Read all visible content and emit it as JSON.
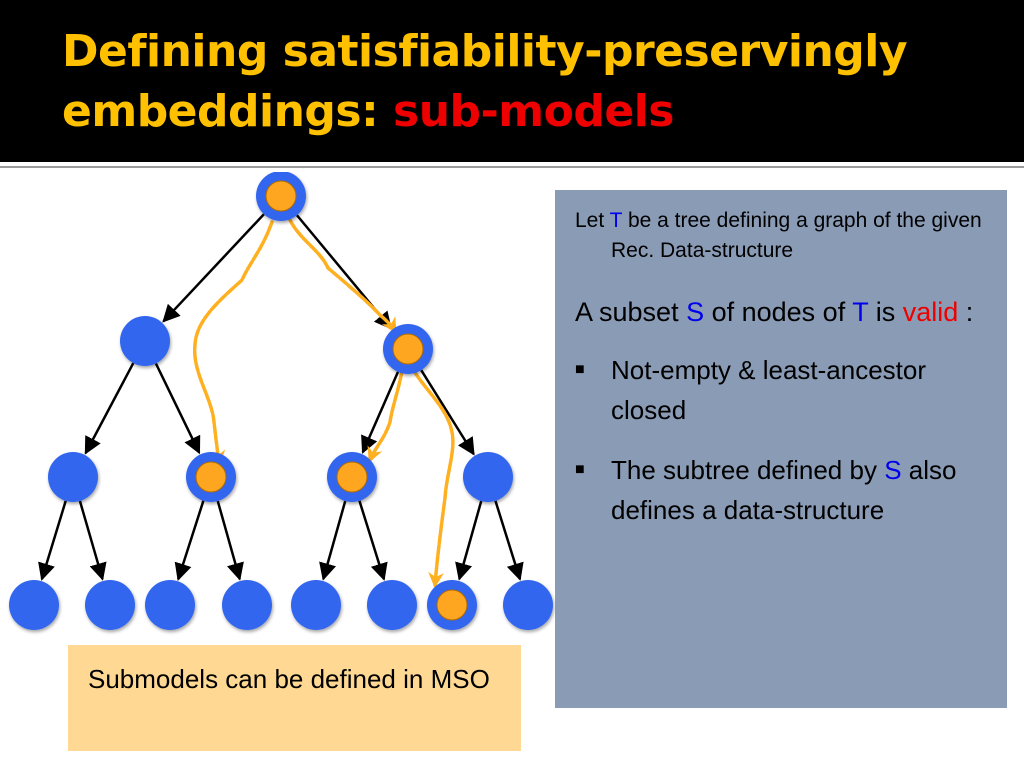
{
  "slide": {
    "title_part1": "Defining satisfiability-preservingly",
    "title_part2": "embeddings: ",
    "title_highlight": "sub-models"
  },
  "panel": {
    "p1_before": "Let ",
    "p1_T": "T",
    "p1_after": " be a tree defining a graph of the given Rec. Data-structure",
    "p2_before": "A subset ",
    "p2_S": "S",
    "p2_mid": " of nodes of ",
    "p2_T": "T",
    "p2_is": " is ",
    "p2_valid": "valid",
    "p2_colon": " :",
    "bullets": [
      {
        "before": "Not-empty & least-ancestor closed",
        "highlight": "",
        "after": ""
      },
      {
        "before": "The subtree defined by ",
        "highlight": "S",
        "after": " also defines a data-structure"
      }
    ]
  },
  "note": {
    "text": "Submodels can be defined in MSO"
  },
  "colors": {
    "title": "#ffc000",
    "title_highlight": "#ee0000",
    "node": "#3366ee",
    "selected_node": "#ffa620",
    "path": "#ffb020",
    "panel_bg": "#8a9bb5",
    "note_bg": "#ffd994"
  }
}
